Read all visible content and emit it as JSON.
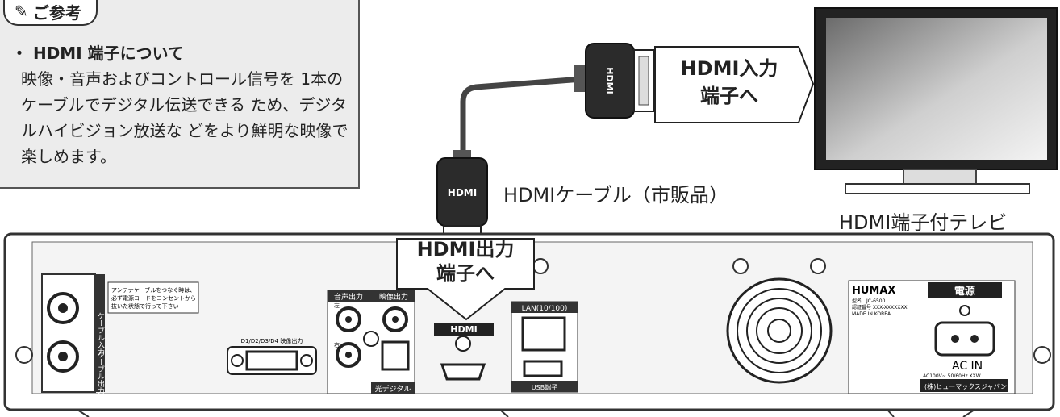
{
  "note": {
    "tag": "ご参考",
    "title": "HDMI 端子について",
    "body": "映像・音声およびコントロール信号を 1本のケーブルでデジタル伝送できる ため、デジタルハイビジョン放送な どをより鮮明な映像で楽しめます。"
  },
  "labels": {
    "cable": "HDMIケーブル（市販品）",
    "tv": "HDMI端子付テレビ",
    "input_callout_line1": "HDMI入力",
    "input_callout_line2": "端子へ",
    "output_callout_line1": "HDMI出力",
    "output_callout_line2": "端子へ"
  },
  "recorder": {
    "cable_in": "ケーブル入力",
    "cable_out": "ケーブル出力",
    "antenna_note_1": "アンテナケーブルをつなぐ時は、",
    "antenna_note_2": "必ず電源コードをコンセントから",
    "antenna_note_3": "抜いた状態で行って下さい",
    "d_terminal": "D1/D2/D3/D4 映像出力",
    "audio_out": "音声出力",
    "video_out": "映像出力",
    "left": "左",
    "right": "右",
    "optical": "光デジタル",
    "hdmi_logo": "HDMI",
    "lan": "LAN(10/100)",
    "usb": "USB端子",
    "brand": "HUMAX",
    "model_line1": "型名　JC-6500",
    "model_line2": "認証番号 XXX-XXXXXXX",
    "model_line3": "MADE IN KOREA",
    "power": "電源",
    "ac_in": "AC IN",
    "ac_spec": "AC100V~ 50/60Hz XXW",
    "maker": "(株)ヒューマックスジャパン"
  }
}
